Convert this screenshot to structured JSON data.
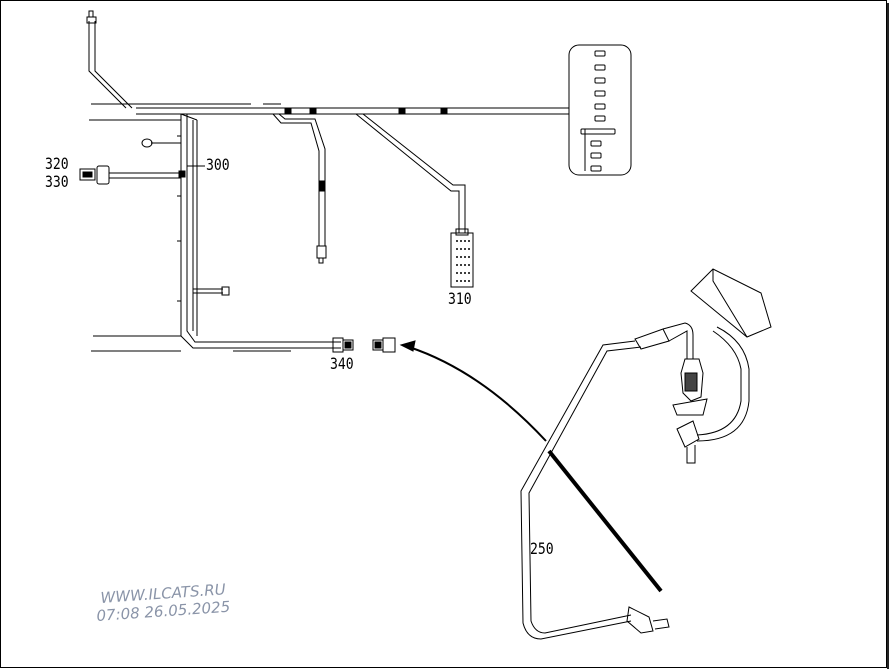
{
  "callouts": {
    "c320": "320",
    "c330": "330",
    "c300": "300",
    "c310": "310",
    "c340": "340",
    "c250": "250"
  },
  "watermark": {
    "site": "WWW.ILCATS.RU",
    "timestamp": "07:08 26.05.2025"
  },
  "colors": {
    "line": "#000000",
    "background": "#ffffff",
    "watermark": "#8a94a8"
  }
}
